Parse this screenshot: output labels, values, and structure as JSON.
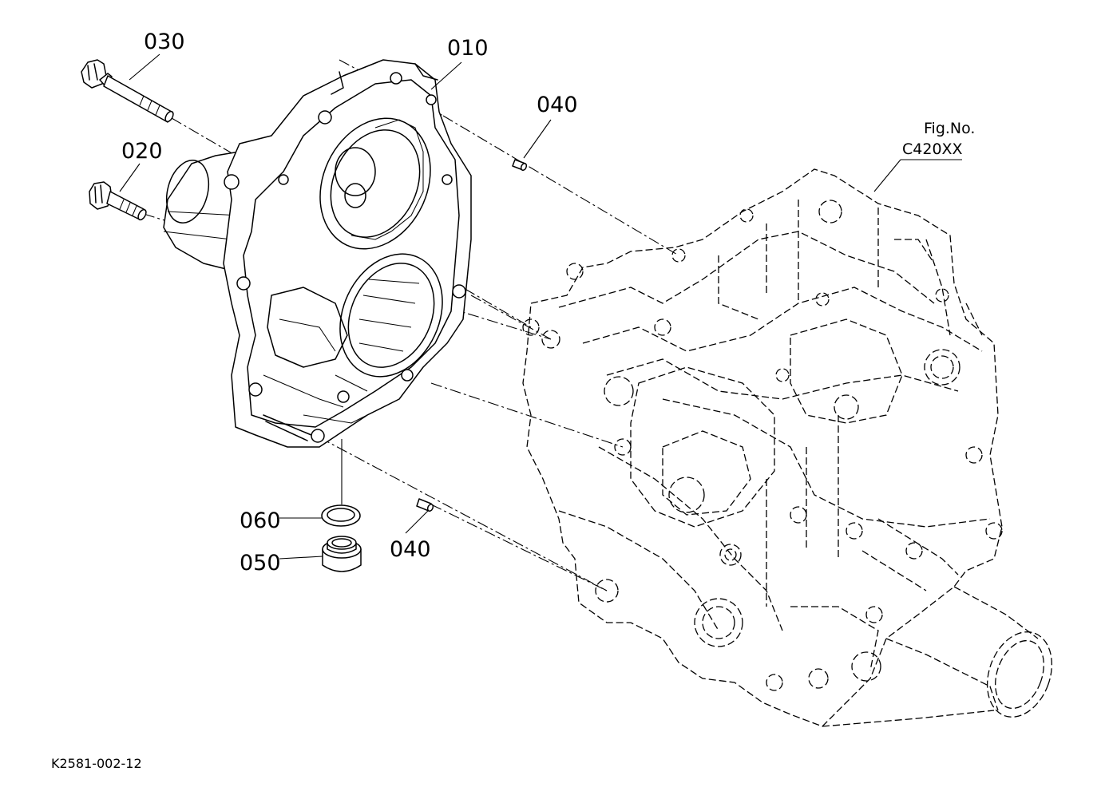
{
  "callouts": {
    "p010": "010",
    "p020": "020",
    "p030": "030",
    "p040a": "040",
    "p040b": "040",
    "p050": "050",
    "p060": "060"
  },
  "figure": {
    "label": "Fig.No.",
    "number": "C420XX"
  },
  "drawing_code": "K2581-002-12"
}
